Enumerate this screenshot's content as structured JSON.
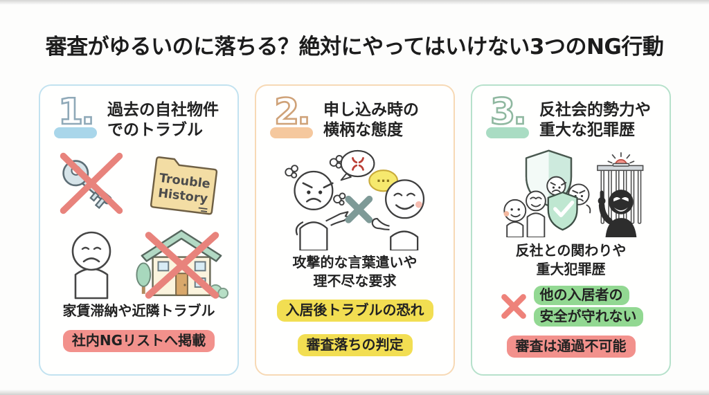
{
  "title": "審査がゆるいのに落ちる？絶対にやってはいけない3つのNG行動",
  "cards": [
    {
      "number": "1.",
      "heading": [
        "過去の自社物件",
        "でのトラブル"
      ],
      "caption": "家賃滞納や近隣トラブル",
      "highlight": {
        "text": "社内NGリストへ掲載",
        "color": "#f2918c"
      },
      "folder_label": [
        "Trouble",
        "History"
      ],
      "icons": [
        "crossed-key-icon",
        "trouble-history-folder-icon",
        "sad-person-icon",
        "crossed-house-icon"
      ],
      "colors": {
        "accent": "#a9d6ea",
        "border": "#c2e2f0",
        "number_stroke": "#8fa9b8"
      }
    },
    {
      "number": "2.",
      "heading": [
        "申し込み時の",
        "横柄な態度"
      ],
      "caption": [
        "攻撃的な言葉遣いや",
        "理不尽な要求"
      ],
      "bubble_dots": "...",
      "highlights": [
        {
          "text": "入居後トラブルの恐れ",
          "color": "#f2de52"
        },
        {
          "text": "審査落ちの判定",
          "color": "#f2de52"
        }
      ],
      "icons": [
        "angry-person-icon",
        "anger-mark-bubble-icon",
        "dots-bubble-icon",
        "cross-mark-icon",
        "smiling-person-icon"
      ],
      "colors": {
        "accent": "#f5c89e",
        "border": "#f7d9b5",
        "number_stroke": "#cfa278"
      }
    },
    {
      "number": "3.",
      "heading": [
        "反社会的勢力や",
        "重大な犯罪歴"
      ],
      "caption": [
        "反社との関わりや",
        "重大犯罪歴"
      ],
      "warn": {
        "lines": [
          "他の入居者の",
          "安全が守れない"
        ],
        "color": "#92d892"
      },
      "final": {
        "text": "審査は通過不可能",
        "color": "#f2918c"
      },
      "icons": [
        "shield-icon",
        "shield-check-icon",
        "residents-icon",
        "angry-faces-icon",
        "criminal-silhouette-icon",
        "jail-bars-icon",
        "siren-icon",
        "cross-mark-icon"
      ],
      "colors": {
        "accent": "#a9dcc3",
        "border": "#b6e1cb",
        "number_stroke": "#8fb8a0"
      }
    }
  ]
}
